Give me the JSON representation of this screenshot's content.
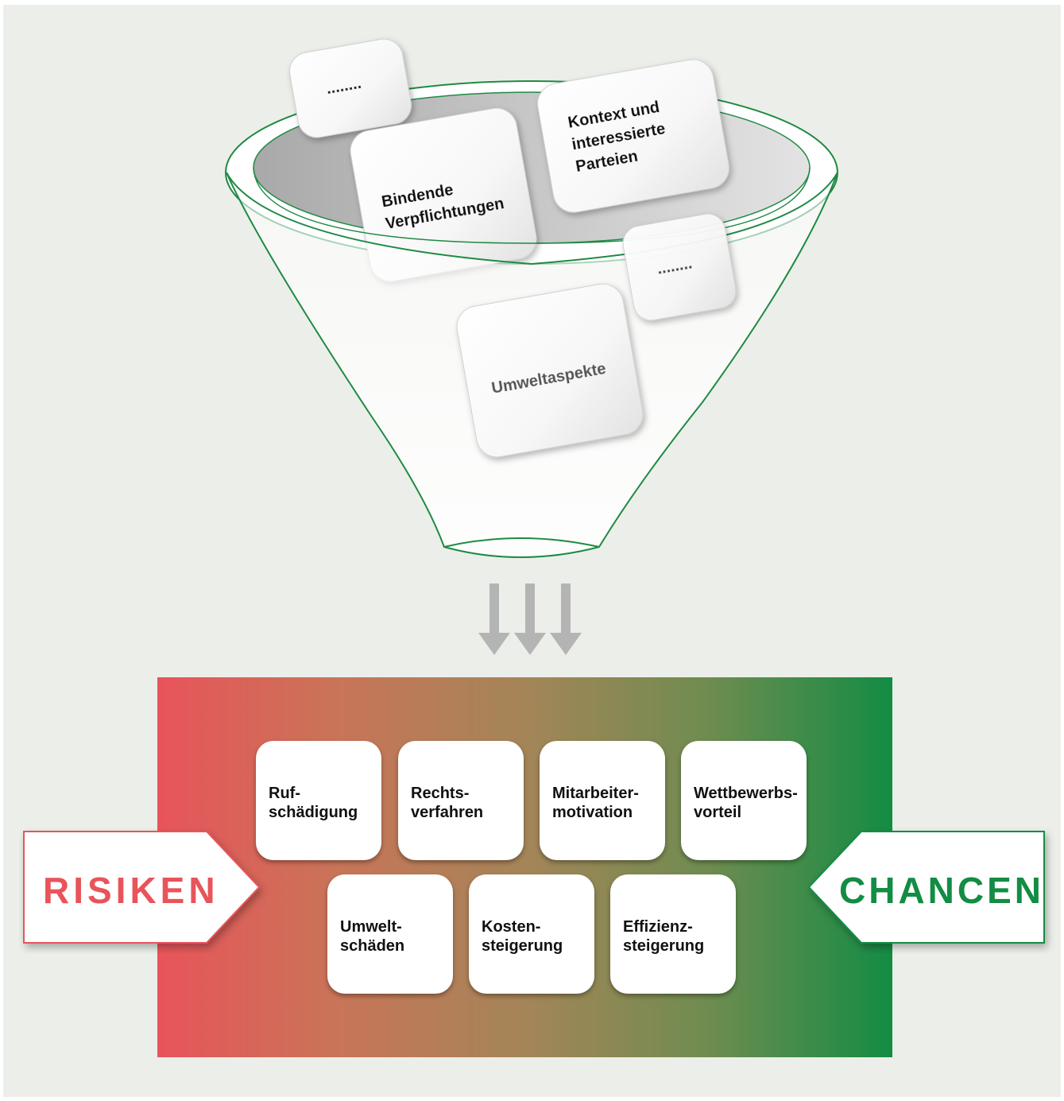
{
  "funnel": {
    "cubes": [
      {
        "id": "dots-1",
        "lines": [
          "........"
        ]
      },
      {
        "id": "kontext",
        "lines": [
          "Kontext und",
          "interessierte",
          "Parteien"
        ]
      },
      {
        "id": "bindende",
        "lines": [
          "Bindende",
          "Verpflichtungen"
        ]
      },
      {
        "id": "dots-2",
        "lines": [
          "........"
        ]
      },
      {
        "id": "umwelt",
        "lines": [
          "Umweltaspekte"
        ]
      }
    ]
  },
  "outcomes": {
    "row1": [
      {
        "lines": [
          "Ruf-",
          "schädigung"
        ]
      },
      {
        "lines": [
          "Rechts-",
          "verfahren"
        ]
      },
      {
        "lines": [
          "Mitarbeiter-",
          "motivation"
        ]
      },
      {
        "lines": [
          "Wettbewerbs-",
          "vorteil"
        ]
      }
    ],
    "row2": [
      {
        "lines": [
          "Umwelt-",
          "schäden"
        ]
      },
      {
        "lines": [
          "Kosten-",
          "steigerung"
        ]
      },
      {
        "lines": [
          "Effizienz-",
          "steigerung"
        ]
      }
    ]
  },
  "labels": {
    "risks": "RISIKEN",
    "chances": "CHANCEN"
  },
  "colors": {
    "background": "#ecefe9",
    "risk_red": "#e8545a",
    "chance_green": "#138c44",
    "funnel_stroke": "#1f8a44",
    "arrow_gray": "#b4b4b4"
  }
}
